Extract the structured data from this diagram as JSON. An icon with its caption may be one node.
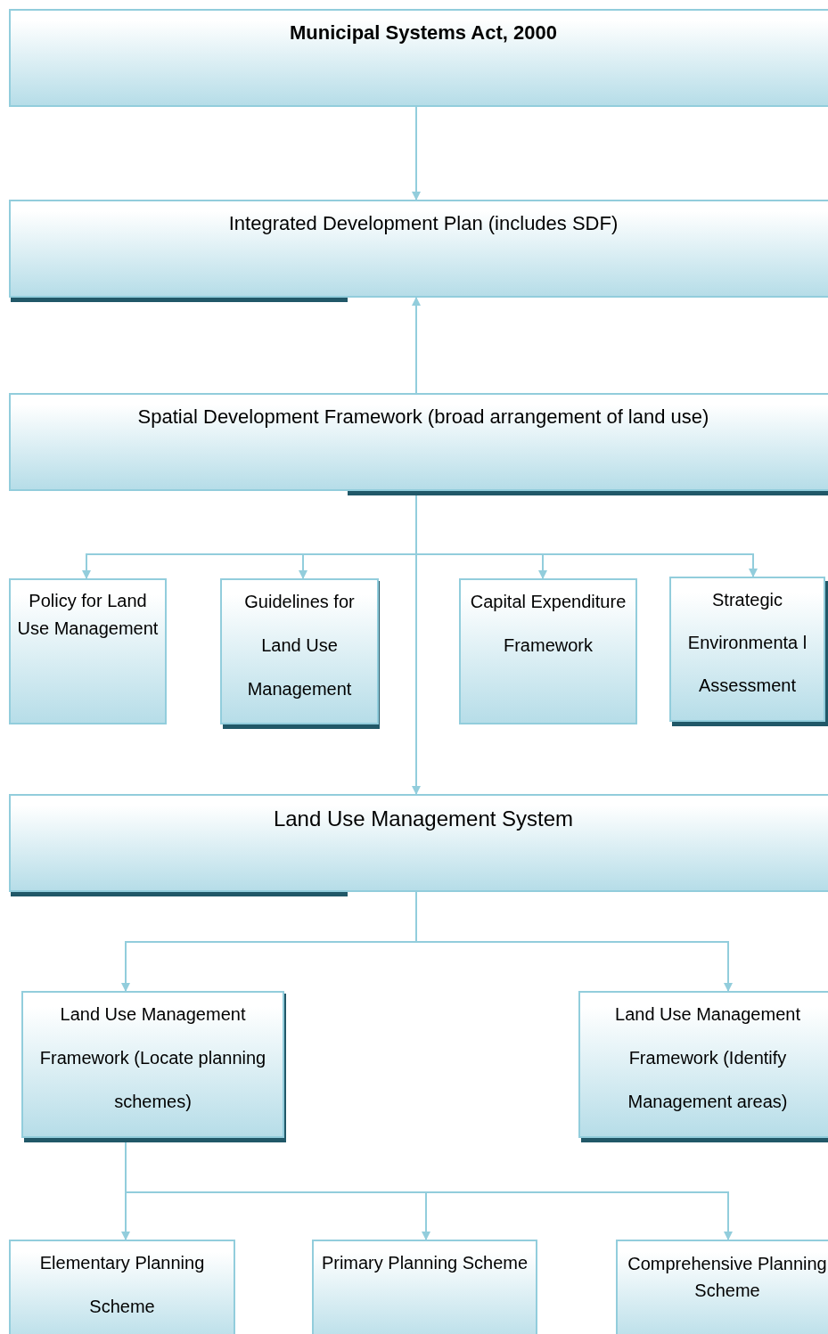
{
  "diagram": {
    "nodes": [
      {
        "text": [
          "Municipal Systems Act, 2000"
        ]
      },
      {
        "text": [
          "Integrated Development Plan (includes SDF)"
        ]
      },
      {
        "text": [
          "Spatial Development Framework (broad arrangement of land use)"
        ]
      },
      {
        "text": [
          "Policy for Land Use Management"
        ]
      },
      {
        "text": [
          "Guidelines for Land Use Management"
        ]
      },
      {
        "text": [
          "Capital Expenditure Framework"
        ]
      },
      {
        "text": [
          "Strategic Environmenta l Assessment"
        ]
      },
      {
        "text": [
          "Land Use Management System"
        ]
      },
      {
        "text": [
          "Land Use Management Framework (Locate planning schemes)"
        ]
      },
      {
        "text": [
          "Land Use Management Framework (Identify Management areas)"
        ]
      },
      {
        "text": [
          "Elementary Planning Scheme"
        ]
      },
      {
        "text": [
          "Primary Planning Scheme"
        ]
      },
      {
        "text": [
          "Comprehensive Planning Scheme"
        ]
      }
    ],
    "edges": [
      {
        "from": 0,
        "to": 1,
        "arrow": "to"
      },
      {
        "from": 2,
        "to": 1,
        "arrow": "to"
      },
      {
        "from": 2,
        "to": 3,
        "arrow": "to"
      },
      {
        "from": 2,
        "to": 4,
        "arrow": "to"
      },
      {
        "from": 2,
        "to": 5,
        "arrow": "to"
      },
      {
        "from": 2,
        "to": 6,
        "arrow": "to"
      },
      {
        "from": 2,
        "to": 7,
        "arrow": "to"
      },
      {
        "from": 7,
        "to": 8,
        "arrow": "to"
      },
      {
        "from": 7,
        "to": 9,
        "arrow": "to"
      },
      {
        "from": 8,
        "to": 10,
        "arrow": "to"
      },
      {
        "from": 8,
        "to": 11,
        "arrow": "to"
      },
      {
        "from": 8,
        "to": 12,
        "arrow": "to"
      }
    ]
  }
}
